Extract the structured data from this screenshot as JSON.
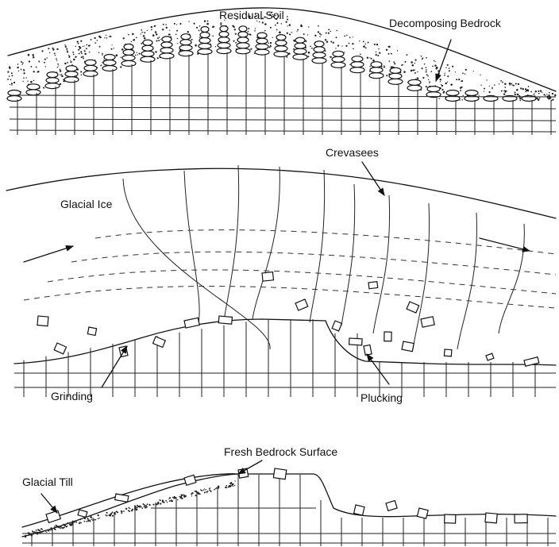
{
  "diagram": {
    "panels": [
      {
        "id": "weathering",
        "labels": {
          "residual_soil": "Residual Soil",
          "decomposing_bedrock": "Decomposing Bedrock"
        }
      },
      {
        "id": "glaciation",
        "labels": {
          "crevasses": "Crevasees",
          "glacial_ice": "Glacial Ice",
          "grinding": "Grinding",
          "plucking": "Plucking"
        }
      },
      {
        "id": "aftermath",
        "labels": {
          "fresh_bedrock_surface": "Fresh Bedrock Surface",
          "glacial_till": "Glacial Till"
        }
      }
    ]
  }
}
